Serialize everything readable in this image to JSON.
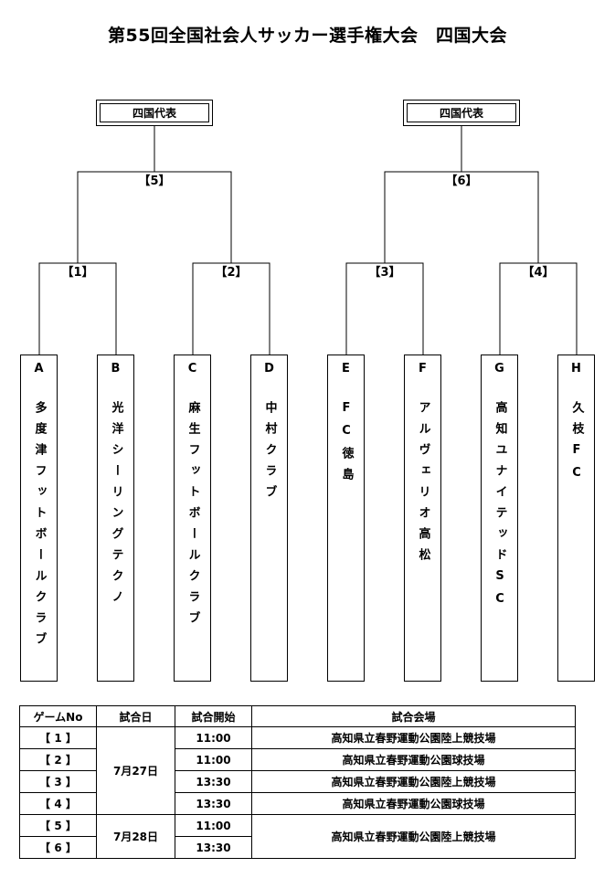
{
  "title": "第55回全国社会人サッカー選手権大会　四国大会",
  "representatives": [
    "四国代表",
    "四国代表"
  ],
  "matches": [
    "【1】",
    "【2】",
    "【3】",
    "【4】",
    "【5】",
    "【6】"
  ],
  "teams": [
    {
      "letter": "A",
      "name": "多度津フットボールクラブ"
    },
    {
      "letter": "B",
      "name": "光洋シーリングテクノ"
    },
    {
      "letter": "C",
      "name": "麻生フットボールクラブ"
    },
    {
      "letter": "D",
      "name": "中村クラブ"
    },
    {
      "letter": "E",
      "name": "FC徳島"
    },
    {
      "letter": "F",
      "name": "アルヴェリオ高松"
    },
    {
      "letter": "G",
      "name": "高知ユナイテッドSC"
    },
    {
      "letter": "H",
      "name": "久枝FC"
    }
  ],
  "schedule": {
    "headers": [
      "ゲームNo",
      "試合日",
      "試合開始",
      "試合会場"
    ],
    "rows": [
      {
        "game": "【 1 】",
        "time": "11:00",
        "venue": "高知県立春野運動公園陸上競技場"
      },
      {
        "game": "【 2 】",
        "time": "11:00",
        "venue": "高知県立春野運動公園球技場"
      },
      {
        "game": "【 3 】",
        "time": "13:30",
        "venue": "高知県立春野運動公園陸上競技場"
      },
      {
        "game": "【 4 】",
        "time": "13:30",
        "venue": "高知県立春野運動公園球技場"
      },
      {
        "game": "【 5 】",
        "time": "11:00"
      },
      {
        "game": "【 6 】",
        "time": "13:30"
      }
    ],
    "dates": [
      "7月27日",
      "7月28日"
    ],
    "final_venue": "高知県立春野運動公園陸上競技場"
  }
}
